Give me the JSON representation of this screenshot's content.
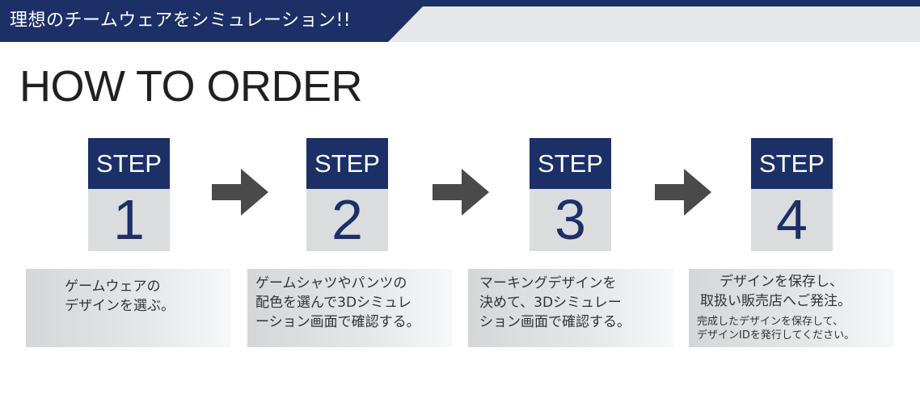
{
  "banner": {
    "title": "理想のチームウェアをシミュレーション!!",
    "colors": {
      "navy": "#1c2f67",
      "light": "#e6e7e8"
    }
  },
  "heading": "HOW TO ORDER",
  "steps": [
    {
      "label": "STEP",
      "number": "1",
      "lines": [
        "ゲームウェアの",
        "デザインを選ぶ。"
      ]
    },
    {
      "label": "STEP",
      "number": "2",
      "lines": [
        "ゲームシャツやパンツの",
        "配色を選んで3Dシミュレ",
        "ーション画面で確認する。"
      ]
    },
    {
      "label": "STEP",
      "number": "3",
      "lines": [
        "マーキングデザインを",
        "決めて、3Dシミュレー",
        "ション画面で確認する。"
      ]
    },
    {
      "label": "STEP",
      "number": "4",
      "lines": [
        "デザインを保存し、",
        "取扱い販売店へご発注。"
      ],
      "note_lines": [
        "完成したデザインを保存して、",
        "デザインIDを発行してください。"
      ]
    }
  ],
  "icons": {
    "arrow": "arrow-right-icon"
  }
}
